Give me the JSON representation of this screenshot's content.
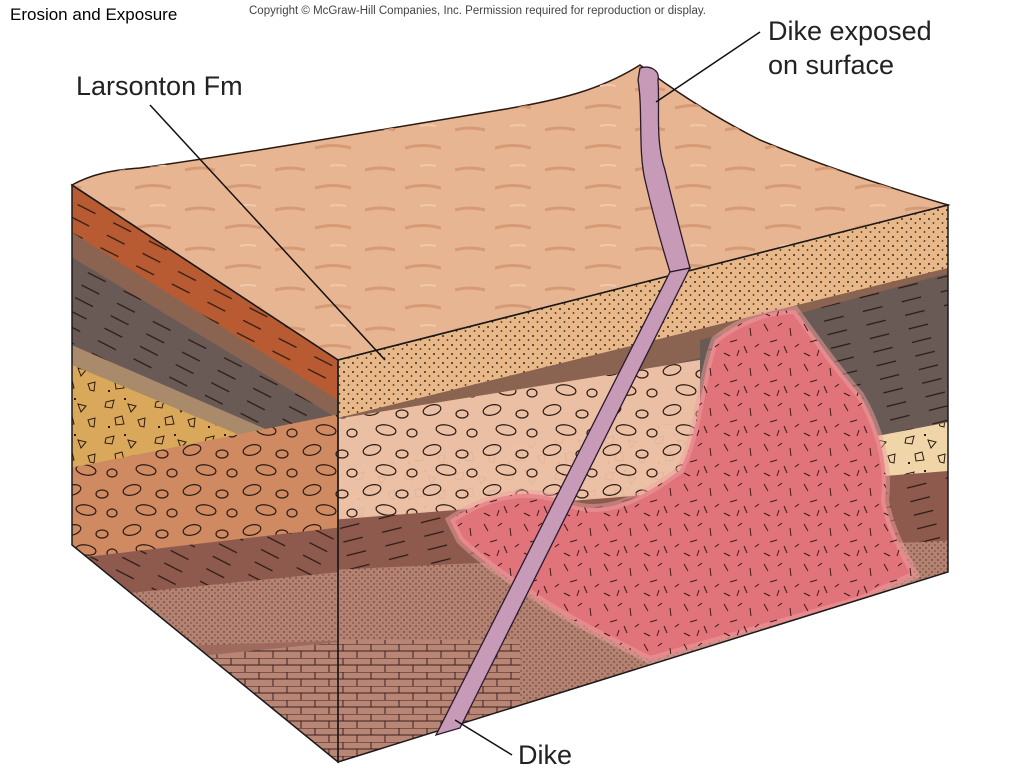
{
  "header": {
    "title": "Erosion and Exposure",
    "copyright": "Copyright © McGraw-Hill Companies, Inc. Permission required for reproduction or display."
  },
  "labels": {
    "formation": "Larsonton Fm",
    "dike_exposed_line1": "Dike exposed",
    "dike_exposed_line2": "on surface",
    "dike": "Dike"
  },
  "colors": {
    "top_surface": "#e8b592",
    "sandstone_rim": "#e9b889",
    "orange_bed": "#b85b33",
    "dark_shale": "#6a5a55",
    "breccia_yellow": "#d9a85a",
    "breccia_cream": "#efd5a8",
    "conglomerate": "#cf8a62",
    "conglomerate_light": "#ebbfa4",
    "granite_pink": "#e0747a",
    "brown_shale": "#9e6a5d",
    "limestone": "#b58171",
    "dike": "#c79ab8"
  }
}
